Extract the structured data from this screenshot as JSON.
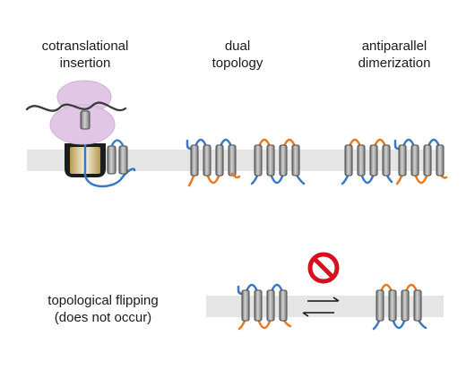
{
  "panels": {
    "cotranslational": {
      "line1": "cotranslational",
      "line2": "insertion"
    },
    "dual": {
      "line1": "dual",
      "line2": "topology"
    },
    "antiparallel": {
      "line1": "antiparallel",
      "line2": "dimerization"
    },
    "flipping": {
      "line1": "topological flipping",
      "line2": "(does not occur)"
    }
  },
  "colors": {
    "membrane": "#e5e5e5",
    "helix": "#a7a7a7",
    "helix_stroke": "#4a4a4a",
    "loop_blue": "#3a78c2",
    "loop_orange": "#e8781e",
    "ribosome": "#e2c6e6",
    "mrna": "#3c3c3c",
    "prohibited": "#d6101c"
  },
  "icons": [
    "ribosome-icon",
    "translocon-icon",
    "prohibited-icon",
    "equilibrium-arrows-icon"
  ]
}
